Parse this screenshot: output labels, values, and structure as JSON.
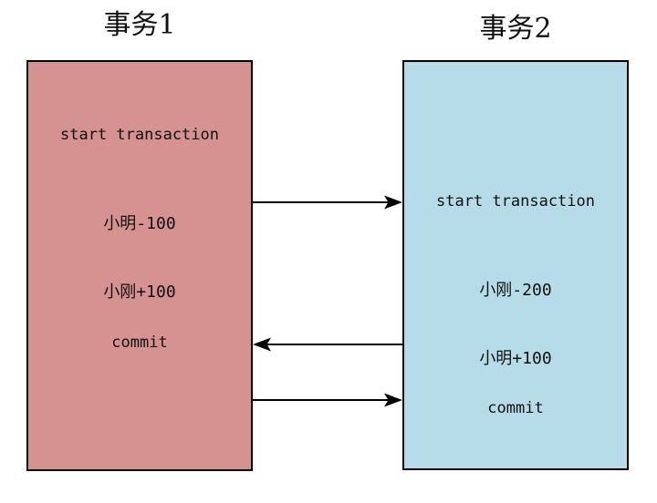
{
  "diagram_title": "transactions-concurrency-diagram",
  "transaction1": {
    "title": "事务1",
    "start": "start transaction",
    "op1": "小明-100",
    "op2": "小刚+100",
    "commit": "commit",
    "fill_color": "#d69290"
  },
  "transaction2": {
    "title": "事务2",
    "start": "start transaction",
    "op1": "小刚-200",
    "op2": "小明+100",
    "commit": "commit",
    "fill_color": "#b7dce9"
  },
  "arrows": [
    {
      "direction": "left-to-right"
    },
    {
      "direction": "right-to-left"
    },
    {
      "direction": "left-to-right"
    }
  ],
  "colors": {
    "background": "#ffffff",
    "border": "#000000",
    "line": "#000000",
    "text": "#111111"
  }
}
